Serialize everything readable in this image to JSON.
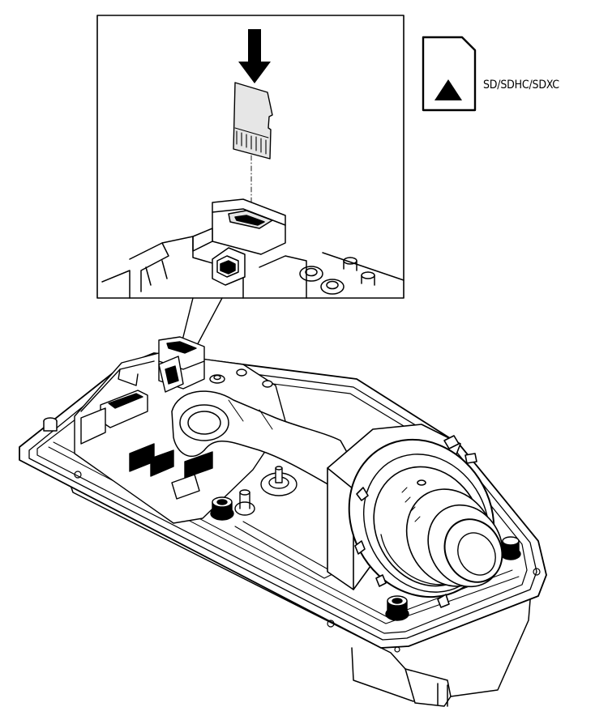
{
  "figure": {
    "sd_label": "SD/SDHC/SDXC",
    "icons": [
      "insert-direction-arrow",
      "microsd-card",
      "sd-card-warning-icon",
      "camera-housing",
      "lens-assembly"
    ],
    "colors": {
      "line": "#000000",
      "background": "#ffffff",
      "shade": "#e6e6e6"
    }
  }
}
